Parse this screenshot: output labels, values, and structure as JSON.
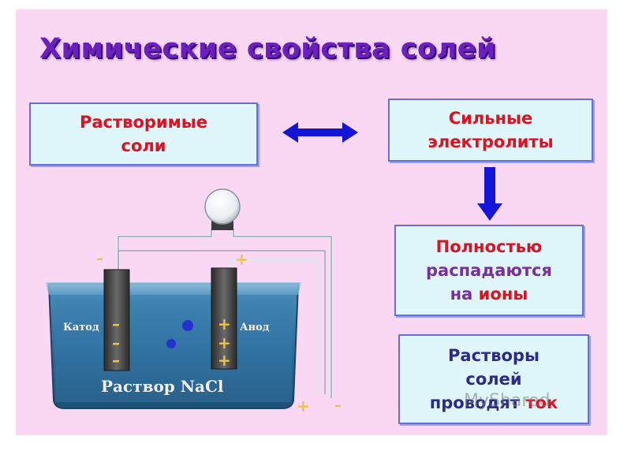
{
  "title": "Химические свойства солей",
  "box_soluble": {
    "line1": "Растворимые",
    "line2": "соли"
  },
  "box_electrolytes": {
    "line1": "Сильные",
    "line2": "электролиты"
  },
  "box_dissociate": {
    "line1": "Полностью",
    "line2": "распадаются",
    "line3_a": "на",
    "line3_b": "ионы"
  },
  "box_conduct": {
    "line1": "Растворы",
    "line2": "солей",
    "line3_a": "проводят",
    "line3_b": "ток"
  },
  "diagram": {
    "cathode_label": "Катод",
    "anode_label": "Анод",
    "solution_label": "Раствор NaCl",
    "minus_sign": "–",
    "plus_sign": "+"
  },
  "watermark": "MyShared",
  "colors": {
    "background": "#fad7f2",
    "title": "#6b1fbf",
    "box_fill": "#dff6fb",
    "accent_red": "#e01020",
    "arrow_blue": "#1414d8"
  }
}
